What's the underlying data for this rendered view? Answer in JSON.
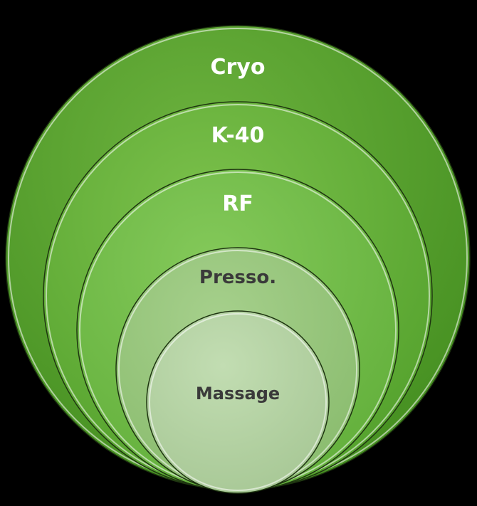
{
  "diagram": {
    "type": "nested-circles",
    "background_color": "#000000",
    "rings": [
      {
        "label": "Cryo",
        "fill_light": "#6db33f",
        "fill_dark": "#3f8a1c",
        "text_color": "#ffffff"
      },
      {
        "label": "K-40",
        "fill_light": "#7cc14c",
        "fill_dark": "#4e9d28",
        "text_color": "#ffffff"
      },
      {
        "label": "RF",
        "fill_light": "#84c95a",
        "fill_dark": "#5eac37",
        "text_color": "#ffffff"
      },
      {
        "label": "Presso.",
        "fill_light": "#a6d08c",
        "fill_dark": "#86b96a",
        "text_color": "#3a3a3a"
      },
      {
        "label": "Massage",
        "fill_light": "#c2ddb2",
        "fill_dark": "#a4c592",
        "text_color": "#3a3a3a"
      }
    ]
  }
}
